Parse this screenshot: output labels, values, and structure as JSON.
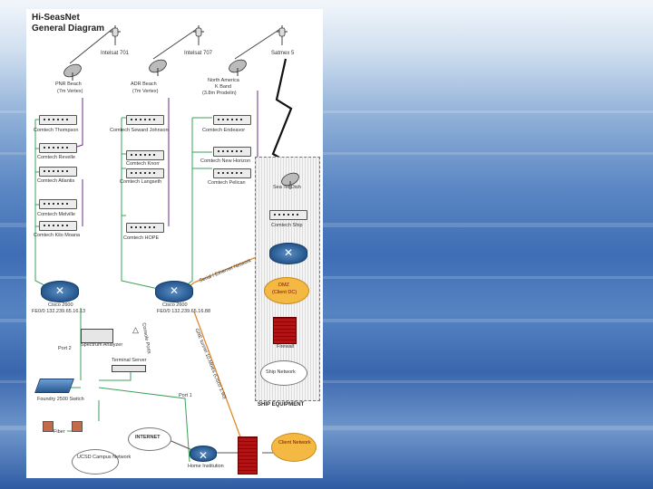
{
  "title": {
    "line1": "Hi-SeasNet",
    "line2": "General Diagram"
  },
  "satellites": [
    "Intelsat 701",
    "Intelsat 707",
    "Satmex 5"
  ],
  "earth_stations": [
    {
      "name": "PNR Beach",
      "sub": "(7m Vertex)"
    },
    {
      "name": "ADR Beach",
      "sub": "(7m Vertex)"
    },
    {
      "name": "North America",
      "sub": "K Band",
      "sub2": "(3.8m Prodelin)"
    }
  ],
  "modems": {
    "col1": [
      "Comtech Thompson",
      "Comtech Revelle",
      "Comtech Atlantis",
      "Comtech Melville",
      "Comtech Kilo Moana"
    ],
    "col2": [
      "Comtech Seward Johnson",
      "Comtech Knorr",
      "Comtech Langseth",
      "Comtech HOPE"
    ],
    "col3": [
      "Comtech Endeavor",
      "Comtech New Horizon",
      "Comtech Pelican"
    ]
  },
  "ship": {
    "dish": "Sea Tel Dish",
    "modem": "Comtech Ship",
    "dmz": "DMZ",
    "dmz_sub": "(Client DC)",
    "firewall": "Firewall",
    "network": "Ship Network",
    "label": "SHIP EQUIPMENT"
  },
  "routers": {
    "left": {
      "name": "Cisco 2600",
      "ip": "FE0/0 132.239.65.16.13"
    },
    "right": {
      "name": "Cisco 2600",
      "ip": "FE0/0 132.239.65.16.88"
    }
  },
  "links": {
    "upper": "Serial / Ethernet Network",
    "lower": "GRE tunnel 10.Mbit/s (Cisco 1.90)"
  },
  "lab": {
    "spectrum": "Spectrum Analyzer",
    "terminal": "Terminal Server",
    "port2": "Port 2",
    "port1": "Port 1",
    "coupler": "Console Ports",
    "switch": "Foundry 2500 Switch",
    "fiber": "Fiber",
    "campus": "UCSD Campus Network",
    "internet": "INTERNET",
    "home": "Home Institution",
    "client": "Client Network"
  },
  "colors": {
    "link_orange": "#e0892b",
    "link_purple": "#6a2c86",
    "link_green": "#3aa05a",
    "firewall": "#b01414"
  }
}
